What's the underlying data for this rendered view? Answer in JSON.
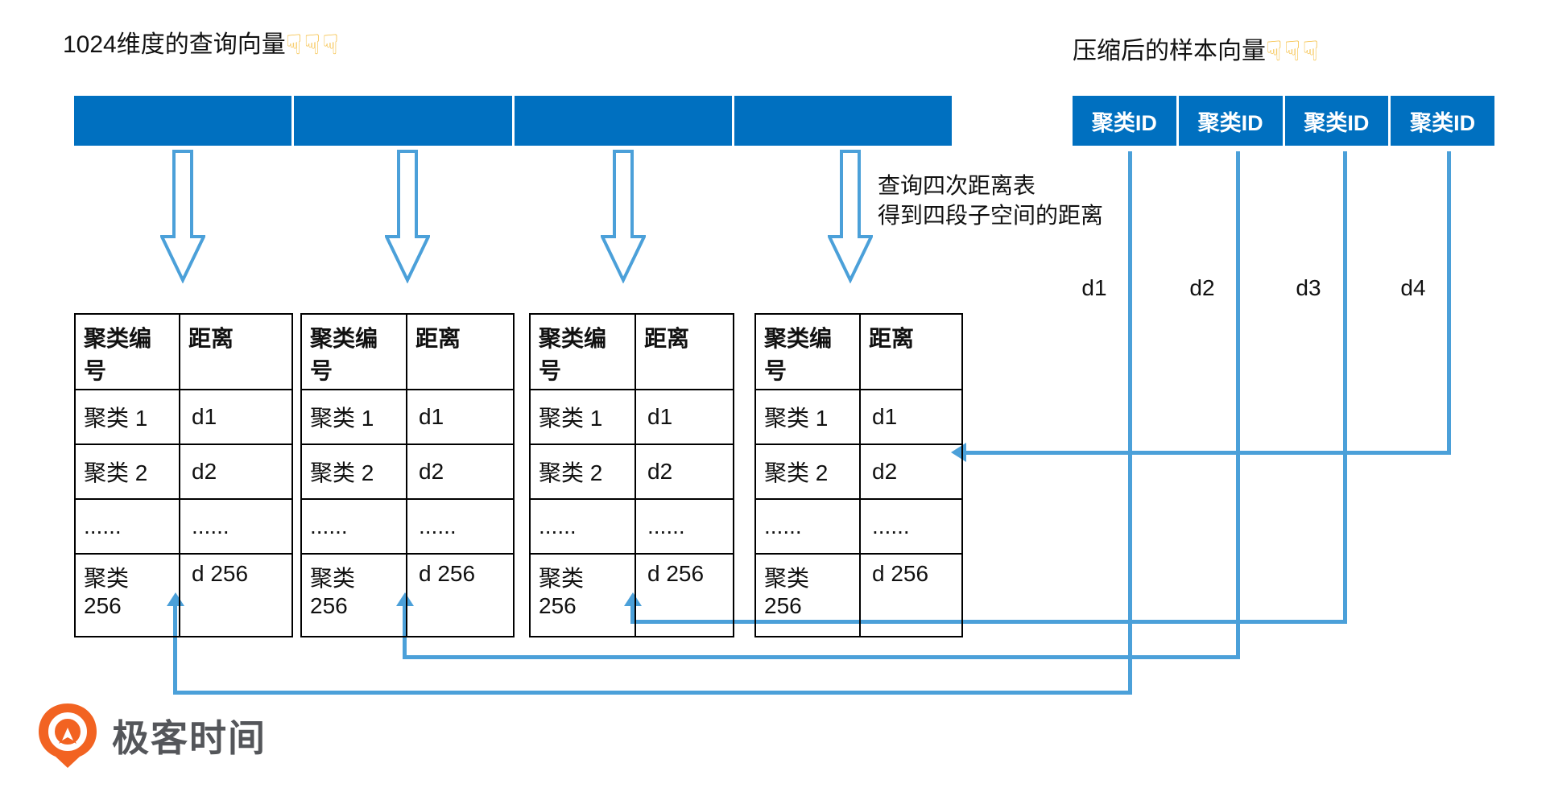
{
  "titles": {
    "left": "1024维度的查询向量",
    "right": "压缩后的样本向量",
    "pointer_hands": "☟☟☟"
  },
  "query_vector": {
    "segment_count": 4
  },
  "sample_vector": {
    "cells": [
      "聚类ID",
      "聚类ID",
      "聚类ID",
      "聚类ID"
    ]
  },
  "annotation": {
    "line1": "查询四次距离表",
    "line2": "得到四段子空间的距离"
  },
  "distance_labels": [
    "d1",
    "d2",
    "d3",
    "d4"
  ],
  "tables": [
    {
      "columns": [
        "聚类编号",
        "距离"
      ],
      "rows": [
        [
          "聚类 1",
          "d1"
        ],
        [
          "聚类 2",
          "d2"
        ],
        [
          "......",
          "......"
        ],
        [
          "聚类 256",
          "d 256"
        ]
      ]
    },
    {
      "columns": [
        "聚类编号",
        "距离"
      ],
      "rows": [
        [
          "聚类 1",
          "d1"
        ],
        [
          "聚类 2",
          "d2"
        ],
        [
          "......",
          "......"
        ],
        [
          "聚类 256",
          "d 256"
        ]
      ]
    },
    {
      "columns": [
        "聚类编号",
        "距离"
      ],
      "rows": [
        [
          "聚类 1",
          "d1"
        ],
        [
          "聚类 2",
          "d2"
        ],
        [
          "......",
          "......"
        ],
        [
          "聚类 256",
          "d 256"
        ]
      ]
    },
    {
      "columns": [
        "聚类编号",
        "距离"
      ],
      "rows": [
        [
          "聚类 1",
          "d1"
        ],
        [
          "聚类 2",
          "d2"
        ],
        [
          "......",
          "......"
        ],
        [
          "聚类 256",
          "d 256"
        ]
      ]
    }
  ],
  "logo": {
    "text": "极客时间",
    "icon": "geek-time-pin-icon"
  },
  "colors": {
    "primary_blue": "#0070C0",
    "connector_blue": "#4BA0D9",
    "hand_yellow": "#F5BD3D",
    "logo_orange": "#F26322",
    "logo_grey": "#54565A"
  }
}
